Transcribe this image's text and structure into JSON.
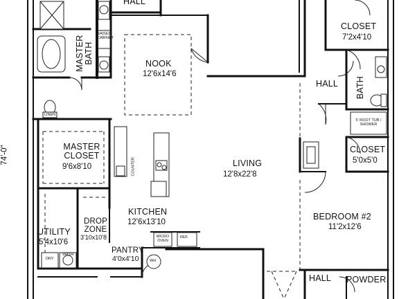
{
  "plan": {
    "overall_dimension": "74'-0\"",
    "rooms": {
      "hall_top": {
        "name": "HALL"
      },
      "nook": {
        "name": "NOOK",
        "size": "12'6x14'6"
      },
      "master_bath": {
        "name": "MASTER BATH"
      },
      "raised_cabinet": {
        "name": "RAISED CABINET"
      },
      "linen": {
        "name": "LINEN"
      },
      "master_closet": {
        "name": "MASTER CLOSET",
        "size": "9'6x8'10"
      },
      "living": {
        "name": "LIVING",
        "size": "12'8x22'8"
      },
      "kitchen": {
        "name": "KITCHEN",
        "size": "12'6x13'10"
      },
      "utility": {
        "name": "UTILITY",
        "size": "5'4x10'6"
      },
      "drop_zone": {
        "name": "DROP ZONE",
        "size": "3'10x10'8"
      },
      "pantry": {
        "name": "PANTRY",
        "size": "4'0x4'10"
      },
      "closet_top_right": {
        "name": "CLOSET",
        "size": "7'2x4'10"
      },
      "hall_right": {
        "name": "HALL"
      },
      "bath": {
        "name": "BATH"
      },
      "closet_right": {
        "name": "CLOSET",
        "size": "5'0x5'0"
      },
      "bedroom2": {
        "name": "BEDROOM #2",
        "size": "11'2x12'6"
      },
      "hall_bottom": {
        "name": "HALL"
      },
      "powder": {
        "name": "POWDER"
      }
    },
    "fixtures": {
      "fridge": "REF.",
      "microwave": "MICRO OVEN",
      "dry": "DRY",
      "wash": "WASH",
      "wh": "WH",
      "tub": "5' ROOT TUB / SHOWER",
      "counter": "COUNTER"
    }
  }
}
